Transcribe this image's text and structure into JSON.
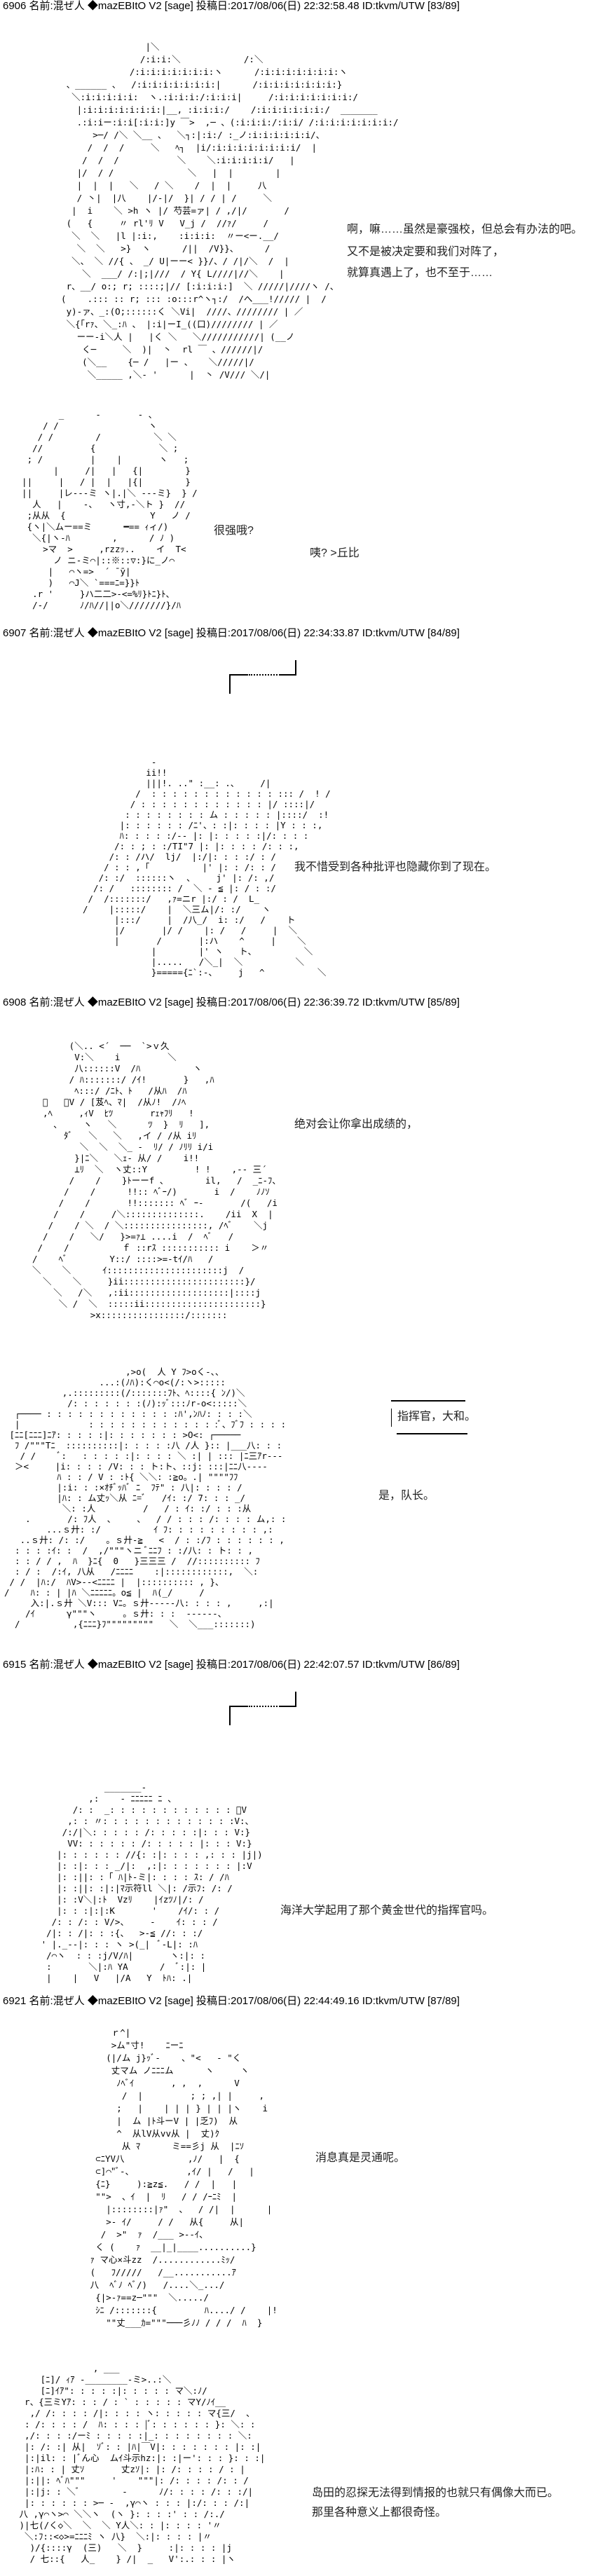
{
  "posts": [
    {
      "header": "6906 名前:混ぜ人 ◆mazEBItO V2 [sage] 投稿日:2017/08/06(日) 22:32:58.48 ID:tkvm/UTW [83/89]"
    },
    {
      "header": "6907 名前:混ぜ人 ◆mazEBItO V2 [sage] 投稿日:2017/08/06(日) 22:34:33.87 ID:tkvm/UTW [84/89]"
    },
    {
      "header": "6908 名前:混ぜ人 ◆mazEBItO V2 [sage] 投稿日:2017/08/06(日) 22:36:39.72 ID:tkvm/UTW [85/89]"
    },
    {
      "header": "6915 名前:混ぜ人 ◆mazEBItO V2 [sage] 投稿日:2017/08/06(日) 22:42:07.57 ID:tkvm/UTW [86/89]"
    },
    {
      "header": "6921 名前:混ぜ人 ◆mazEBItO V2 [sage] 投稿日:2017/08/06(日) 22:44:49.16 ID:tkvm/UTW [87/89]"
    }
  ],
  "dialog": {
    "b1_l1": "啊，嘛……虽然是豪强校，但总会有办法的吧。",
    "b1_l2": "又不是被决定要和我们对阵了，",
    "b1_l3": "就算真遇上了，也不至于……",
    "b2_l1": "很强哦?",
    "b2_l2": "咦? >丘比",
    "b3_l1": "我不惜受到各种批评也隐藏你到了现在。",
    "b4_l1": "绝对会让你拿出成绩的，",
    "b5_bubble": "指挥官，大和。",
    "b5_l1": "是，队长。",
    "b6_l1": "海洋大学起用了那个黄金世代的指挥官吗。",
    "b7_l1": "消息真是灵通呢。",
    "b8_l1": "岛田的忍探无法得到情报的也就只有偶像大而已。",
    "b8_l2": "那里各种意义上都很奇怪。"
  },
  "art": {
    "a1": "                  |＼\n                 /:i:i:＼            /:＼\n               /:i:i:i:i:i:i:i:ヽ      /:i:i:i:i:i:i:i:ヽ\n   、______ 、  /:i:i:i:i:i:i:i:|      /:i:i:i:i:i:i:i:}\n    ＼:i:i:i:i:i:  ヽ.:i:i:i:/:i:i:i|     /:i:i:i:i:i:i:i:/\n     |:i:i:i:i:i:i:i:|__, :i:i:i:/    /:i:i:i:i:i:i:/  _______\n     .:i:iー:i:i[:i:i:]y ￣>  ,─ 、(:i:i:i:/:i:i/ /:i:i:i:i:i:i:i:/\n        >─/ /＼ ＼__ 、  ＼┐:|:i:/ :_ノ:i:i:i:i:i:i/、\n       /  /  /     ＼   ﾍ┐  |i/:i:i:i:i:i:i:i:i/  |\n      /  /  /           ＼    ＼:i:i:i:i:i/   |\n     |/  / /              ＼   |  |        |\n     |  |  |   ＼   / ＼    /  |  |     八\n     / 丶|  |八    |/-|/  }| / / | /     ＼\n    |  i    ＼ >h ヽ |/ 芍芸=ァ| / ,/|/       /\n   (   {     〃 rl'ﾘ V   V_j /  //ｧ/     /\n    ＼  ＼   |l |:i:,    :i:i:i:  〃ー<ー.__/\n     ＼  ＼   >}  ヽ      /||  /V}}、     /\n    ＼、 ＼ //{ 、 _/ U|ーー< }}/、/ /|/＼  /  |\n      ＼  ___/ /:|;|///  / Y{ L////|//＼    |\n   r、__/ o:; r; ::::;|// [:i:i:i:]  ＼ /////|////ヽ /、\n  (    .::: :: r; ::: :o:::r^ヽ┐:/  /へ___!///// |  /\n   y)-ァ、_:(O;::::::く ＼Vi|  ////、//////// | ／\n   ＼{「rｧ、＼_:ﾊ 、 |:i|ーI_((口)//////// | ／\n     ーー-i＼人 |   |く ＼   ＼///////////| (__ノ\n      く─     ＼  )|  丶  rl ￣ 、//////|/\n      (＼__    {─ /   |ー 、   ＼/////|/\n       ＼_____ ,＼- '      |  丶 /V/// ＼/|",
    "a2": "         _      -       - 、\n      / /                 ヽ\n     / /        /          ＼ ＼\n    //         {            ＼ ;\n   ; /         |    |       ヽ   ;\n        |     /|   |   {|        }\n  ||     |   / |  |   |{|        }\n  ||     |レ---ミ ヽ|.|＼ ---ミ}  } /\n    人   |    -、  ヽ寸,-＼ト }  //\n   ;从从  {                Y   ノ /\n   {ヽ|＼ムー==ミ      ━== ｨィ/)\n    ＼{|ヽ-ﾊ        ,      / ﾉ )\n      >マ  >     ,rzzｯ..    イ  T<\n        ノ ニ-ミ⌒|::※::▽:}に_ノ⌒\n       |   ⌒ヽ=>  ´ ̄ ̄y|\n       )   ⌒J＼ `===ﾆ=}}ﾄ\n    .r '     }ハ二二>-<=%ﾘ}ﾄﾆ}ﾄ、\n    /-/      ﾉ/ﾊ//||o＼///////}/ﾊ",
    "a3": "             -\n            ii!!\n            |||!. ..\" :__: .、    /|\n          /  : : : : : : : : : : : : ::: /  ! /\n         / : : : : : : : : : : : : |/ ::::|/\n        : : : : : : : : ム : : : : : |::::/  :!\n       |: : : : : : /ﾆ'、: :|: : : : |Y : : :,\n       ﾊ: : : : :/-- |: |: : : : :|/: : : :\n      /: : ; : :/TI\"7 |: |: : : : /: : :,\n     /: : /ハ/  lj/  |:/|: : : :/ : /\n    / : : ,「          |' |: : /: : /\n   /: :/  ::::::ヽ  、    j' |: /: ,/\n  /: /   :::::::: /  ＼ - ≦ |: / : :/\n /  /:::::::/   ,ｧ=ニr |:/ : /  L_\n/    |:::::/    |  ＼三ム|/: :/    ヽ\n      |:::/     |  /八_/  i: :/   /    ト\n      |/       |/ /    |: /   /     |  ＼\n      |       /       |:ハ    ^     |    ＼\n             |        |' ヽ   ト、         ＼\n             |.....   /＼_|  ＼          ＼\n             }====={ﾆ`:-、    j   ^          ＼",
    "a4": "       (＼.. <´  ──  `>ｖ久\n        V:＼    i         ＼\n        八::::::V  /ﾊ          ヽ\n       / ﾊ:::::::/ /ｲ!       }   ,ﾊ\n        ﾍ:::/ /ﾆﾄ、ﾄ   /从ﾊ  /ﾊ\n  ﾞ   、V / [芨ﾍ、ﾏ|  /从ﾉ!  /ﾉﾍ\n  ,ﾍ     ,ｨV  ﾋﾂ       rｪｬﾌﾘ   !\n    、    ヽ   ＼      ﾂ  }  ﾘ   ],\n      ﾀﾞ   ＼   ＼   ,イ / /从 iﾘ\n         ＼  ＼  ＼_ -  ﾘ/ / ﾉﾘﾘ i/i\n        }|ﾆ＼   ＼ｪ- 从/ /    i!!\n        ⊥ﾘ  ＼  ヽ丈::Y         ! !    ,-- 三´\n       /    /    }ﾄーーf 、       il,   /  _ﾆ-ﾌ、\n      /    /      !!:: ﾍﾞｰ/)       i  /    ﾉﾉｿ\n     /    /       !!::::::: ﾍﾞ ｰ-       /(   /i\n    /    /     /＼::::::::::::::.    /ii  X  |\n   /    / ＼  / ＼::::::::::::::::, /ﾍﾞ    ＼j\n  /    /   ＼/   }>=ｧ⊥ ....i  /  ﾍﾞ   /\n /    /          ｆ ::rｽ ::::::::::: i    ＞〃\n/    ﾍﾞ        Y::/ ::::>=-tｲ/ﾊ   /\n＼    ＼      ｲ::::::::::::::::::::::j  /\n  ＼    ＼     }ii:::::::::::::::::::::::}/\n    ＼   /＼   ,:ii:::::::::::::::::::|::::j\n     ＼ /  ＼  :::::ii::::::::::::::::::::::}\n           >x::::::::::::::::/:::::::",
    "a5": "                       ,>o(  人 Y ﾌ>oく-、、\n                  ...:(ﾉﾊ):く⌒o<(/:ヽ>:::::\n           ,.:::::::::(/:::::::ﾌﾄ、ﾍ::::{ ﾝ/)＼\n            /: : : : : : :(ﾉ):ｯﾞ:::ﾉr-o<:::::＼\n  ┌──── : : : : : : : : : : : : :ﾊ',ﾝﾊﾉ: : : :＼\n  |             : : : : : : : : : : : : :ﾞ、ﾌﾞﾌ : : : :\n [ﾆﾆ[ﾆﾆﾆ]ﾆｱ: : : : :|: : : : : : : >O<: ┌─────\n  ﾌ /\"\"\"Tﾆ  ::::::::::|: : : : :八 /人 }:: |___八: : :\n   / /    ﾞ:   : : : : :|: : : : ＼ :| | ::: |ﾆ三ｱr---\n  ＞<     |i: : : : /V: : : ト:ト、::j: :::|ﾆﾆ八----\n          ﾊ : : / V : :ﾄ{ ＼＼: :≧o。.| \"\"\"\"ﾌﾌ\n          |:i: : :×ｵﾁﾞｯﾊﾞ ﾆ  ﾌﾃ\" : 八|: : : : /\n          |ﾊ: : ム丈ｯ＼从 ﾆ=ﾞ   /ｲ: :/ 7: : : _/\n           ＼: :人         /   / : ｲ: :/ : : :从\n    .       /: ﾌ人  、    、  / / : : : /: : : : ム,: :\n        ...ｓ廾: :/          ｲ ﾌ: : : : : : : : : ,:\n   ..ｓ廾: /: :/    。ｓ廾-≧   <  / : :/ﾌ : : : : : : ,\n  : : : :ｲ: :  /  ,/\"\"\"ヽニ ﾞﾆﾆﾌ : :/八: : ト: : ,\n  : : / / ,  ﾊ  }ﾆ{  0   }三三三 /  //:::::::::: ﾌ\n  : / :  /:ｲ, 八从   /ﾆﾆﾆﾆ    :|::::::::::::,  ＼:\n / /  |ﾊ:/  ﾊV>--<ﾆﾆﾆﾆ |  |:::::::::: , }、\n/    ﾊ: : | |ﾊ ＼ﾆﾆﾆﾆﾆ。o≦ |  ﾊ(_/     /\n     入:|.ｓ廾 ＼V::: Vﾆ。ｓ廾-----八: : : : ,     ,:|\n    /ｲ      γ\"\"\"ヽ     。ｓ廾: : :  ------、\n  /          ,{ﾆﾆﾆ}ﾌ\"\"\"\"\"\"\"\"\"   ＼  ＼___:::::::)",
    "a6": "               _______-\n            ,:    - ﾆﾆﾆﾆﾆ ﾆ 、\n         /: :  _: : : : : : : : : : : : ﾞV\n        ,: : 〃: : : : : : : : : : : : :V:、\n       /:/|＼: : : : : /: : : : :|: : : V:}\n        VV: : : : : : /: : : : : |: : : V:}\n      |: : : : : : //{: :|: : : : ,: : : |j|)\n      |: :|: : : _/|:  ,:|: : : : : : : |:V\n      |: :||: :「 ﾊ|ﾄ-ミ|: : : : ｽ: / /ﾊ\n      |: :||: :|:|ﾏ示符ll ＼|: /示ﾌ: /: /\n      |: :V＼|:ﾄ  Vzﾘ    |ｲzﾂﾉ|/: /\n      |: : :|:|:K       '    /ｲ/: : /\n     /: : /: : V/>、    -    ｲ: : : /\n    /|: : /|: : :{、  >-≦ //: : :/\n   ' |._--|: : : ヽ >(_|  ﾞ-L|: :ﾊ\n    /⌒ヽ  : : :j/V/ﾊ|       ヽ:|: :\n    :       ＼|:ﾊ YA      /  ﾞ:|: |\n    |    |   V   |/A   Y  ﾄﾊ: .|",
    "a7": "           ｒ^|\n           >ム\"寸!    ﾆーﾆ\n          (|/ム j}ｯﾞ-    、\"<   - \"く\n           丈マム ノﾆﾆﾆム      ヽ     ヽ\n            ﾉﾍﾞｲ       , ,  ,      V\n             /  |         ; ; ,| |     ,\n            ;   |    | | | } | | |ヽ    i\n            |  ム |ﾄ斗ーV | |乏ﾌ)  从\n            ^  从lV从vv从 |  丈)ｸ\n             从 ﾏ      ミ==彡j 从  |ﾆｿ\n        ⊂ﾆYV八            ,ﾉ/   |  {\n        ⊂]⌒\"ﾞ-、          ,ｲ/ |   /   |\n        {ﾆ}     ):≧z≦.   / /  |   |\n        \"\">  、ｲ  |  ﾘ   / / /ｰﾆﾐ  |\n          |::::::::|ｧ\"  、  / /|  |      |\n          >- ｲ/     / /   从{     从|\n         /  >\"  ｧ  /___ >--ｲ、\n        く (    ｧ  __|_|____..........}\n       ｧ マ心×斗zz  /............ﾐｯ/\n       (   ﾌ/////   /__...........ｱ\n       八  ﾍﾞﾉ ﾍﾞ/)   /....＼_.../\n        {|>-ｧ==z─\"\"\"  ＼...../\n        ｼﾆ /:::::::{         ﾊ..../ /    |!\n          \"\"丈___ｶ=\"\"\"───彡ﾉﾉ / / /  ﾊ  }",
    "a8": "               , ___\n     [ﾆ]/ ｨｱ -________-ミ>..:＼\n     [ﾆ]ｲｱ\": : : : :|: : : : : マ＼:ﾉ/\n  r、{三ミYｱ: : : / : ` : : : : : マY/ﾉｲ__\n   ,/ /: : : : /|: : : : ヽ: : : : : マ{三/  、\n  : /: : : : /  ﾊ: : : : |ﾞ: : : : : : }: ＼: :\n  ,/: : : :/ーﾐ : : : : :|_: : : : : : : : ＼:\n  |: /: :| 从|  ｿﾞ: : |ﾊ|￣V|: : : : : : : |: :|\n  |:|il: : |ﾞん心  ムｲ斗示hz:|: :|ー': : : }: : :|\n  |:ﾊ: : | 丈ｿ       丈zｿ|: |: /: : : : / : |\n  |:||: ﾍﾞﾊ\"\"\"     '    \"\"\"|: /: : : : /: : /\n  |:|j: : ＼ﾞ        -      ﾉ/: : : : /: : :/|\n  |: : : : : : >─ -  ,γ⌒ヽ : : : |:/: : : /:|\n 八 ,γ⌒ヽ>⌒ ＼＼ヽ  (ヽ }: : : :' : : /:./\n )|七(/く◇＼  ＼  ＼ Y人＼: : |: : : : '〃\n  ＼:ﾌ::<◇>=ﾆﾆﾆﾐ ヽ 八}  ＼:|: : : : |〃\n   )/{::::γ  (三)   ＼  }     :|: : : : |j\n   / 七::{   人_    } /|  _   V':.: : : |ヽ"
  }
}
